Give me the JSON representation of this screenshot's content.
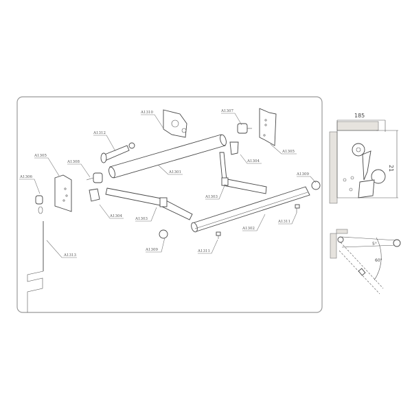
{
  "labels": {
    "a1310": "A1310",
    "a1312": "A1312",
    "a1305_left": "A1305",
    "a1308": "A1308",
    "a1306": "A1306",
    "a1304_left": "A1304",
    "a1303_left": "A1303",
    "a1309_bottom": "A1309",
    "a1313": "A1313",
    "a1301": "A1301",
    "a1307": "A1307",
    "a1305_right": "A1305",
    "a1304_right": "A1304",
    "a1303_mid": "A1303",
    "a1309_right": "A1309",
    "a1302": "A1302",
    "a1311_right": "A1311",
    "a1311_bottom": "A1311"
  },
  "detail": {
    "width_dim": "185",
    "height_dim": "21",
    "angle_small": "5°",
    "angle_large": "60°"
  }
}
